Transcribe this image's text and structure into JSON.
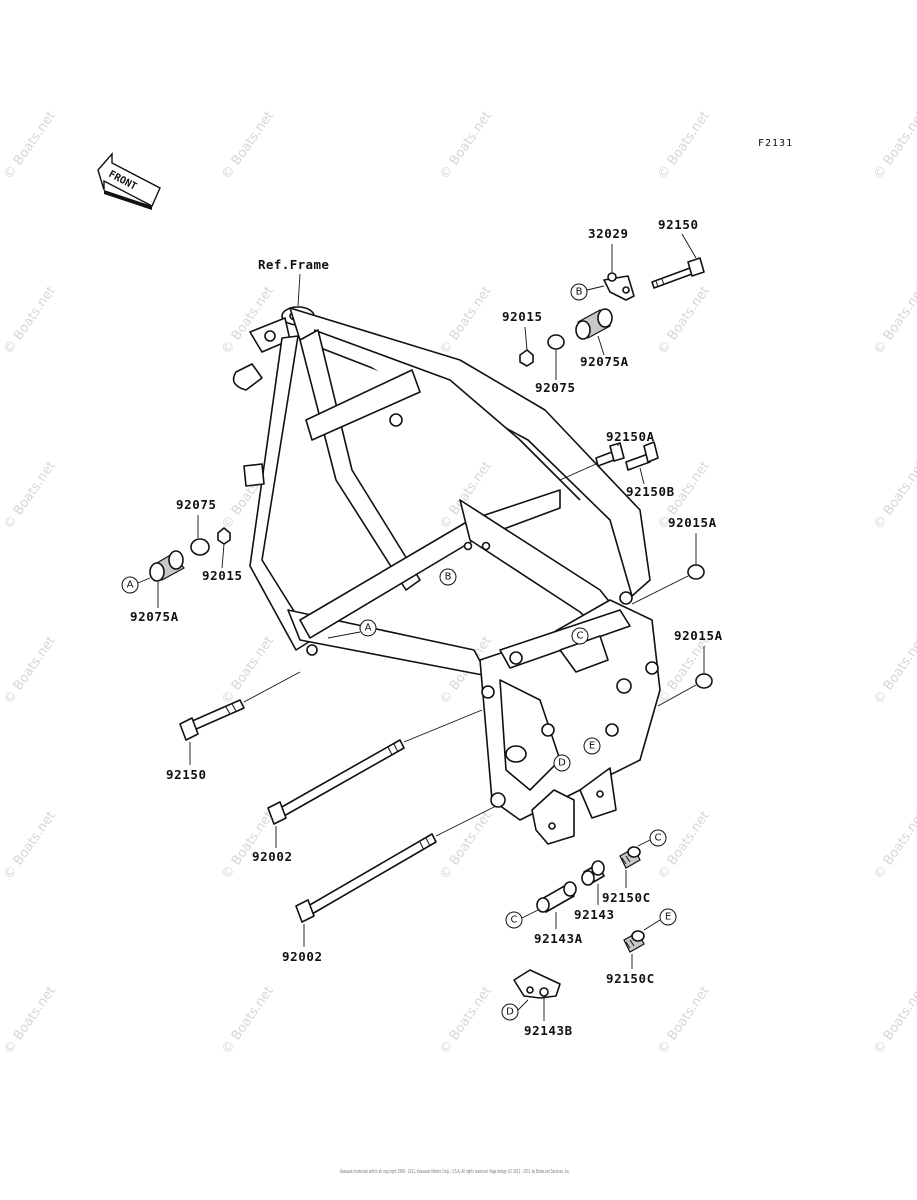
{
  "figure_code": "F2131",
  "front_label": "FRONT",
  "ref_frame_label": "Ref.Frame",
  "watermark": "© Boats.net",
  "copyright": "Kawasaki materials within all copyright 1998 - 2011, Kawasaki Motors Corp., U.S.A. All rights reserved. Page design (C) 2011 - 2011 by Boats.net Services, Inc.",
  "callouts": {
    "a": "A",
    "b": "B",
    "c": "C",
    "d": "D",
    "e": "E"
  },
  "parts": {
    "p32029": "32029",
    "p92150_top": "92150",
    "p92015_top": "92015",
    "p92075A_top": "92075A",
    "p92075_top": "92075",
    "p92150A": "92150A",
    "p92150B": "92150B",
    "p92015A_1": "92015A",
    "p92015A_2": "92015A",
    "p92075_left": "92075",
    "p92015_left": "92015",
    "p92075A_left": "92075A",
    "p92150_left": "92150",
    "p92002_1": "92002",
    "p92002_2": "92002",
    "p92143": "92143",
    "p92143A": "92143A",
    "p92143B": "92143B",
    "p92150C_1": "92150C",
    "p92150C_2": "92150C"
  }
}
